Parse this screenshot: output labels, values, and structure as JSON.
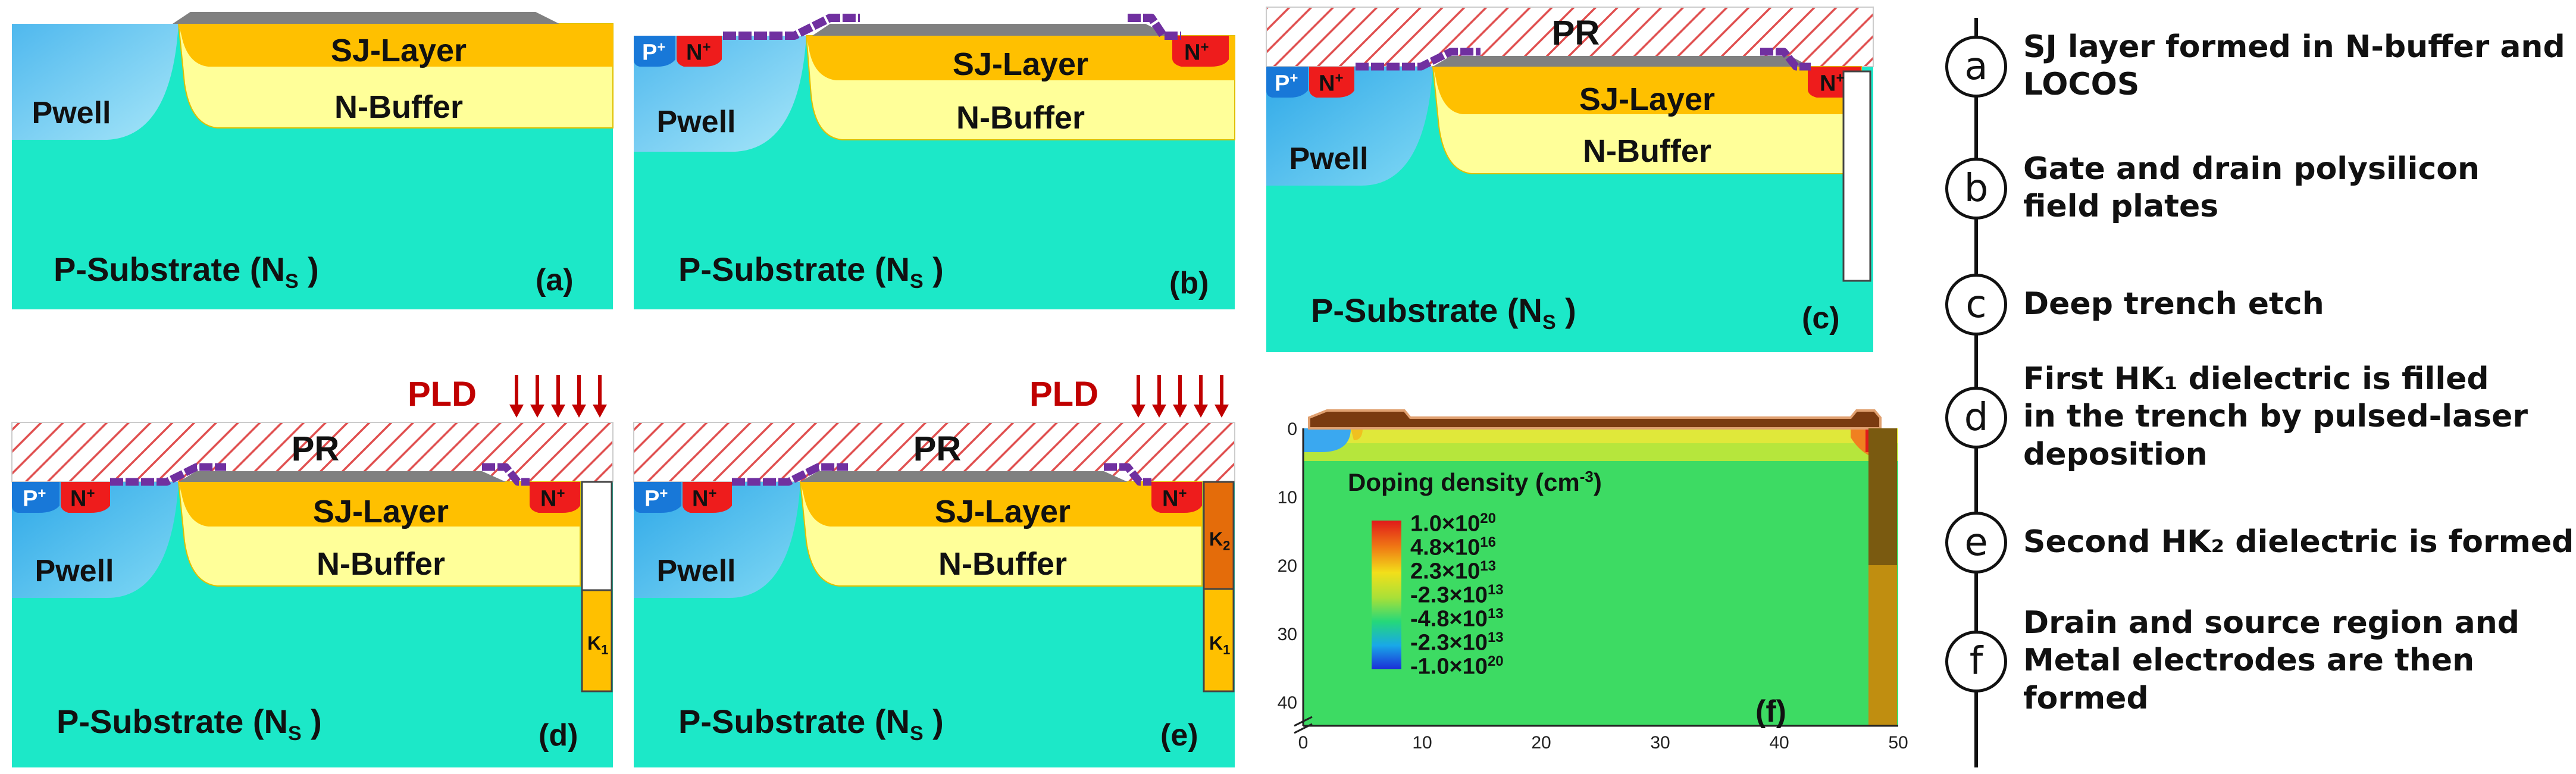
{
  "labels": {
    "sj_layer": "SJ-Layer",
    "n_buffer": "N-Buffer",
    "pwell": "Pwell",
    "p_substrate": "P-Substrate (N",
    "p_substrate_sub": "S",
    "p_substrate_end": " )",
    "pr": "PR",
    "pld": "PLD",
    "p_plus": "P",
    "n_plus": "N",
    "plus": "+",
    "k1": "K",
    "k1_sub": "1",
    "k2": "K",
    "k2_sub": "2"
  },
  "panels": {
    "a": "(a)",
    "b": "(b)",
    "c": "(c)",
    "d": "(d)",
    "e": "(e)",
    "f": "(f)"
  },
  "plot": {
    "legend_title": "Doping density (cm",
    "legend_title_sup": "-3",
    "legend_title_end": ")",
    "legend_values": [
      {
        "mant": "1.0×10",
        "exp": "20"
      },
      {
        "mant": "4.8×10",
        "exp": "16"
      },
      {
        "mant": "2.3×10",
        "exp": "13"
      },
      {
        "mant": "-2.3×10",
        "exp": "13"
      },
      {
        "mant": "-4.8×10",
        "exp": "13"
      },
      {
        "mant": "-2.3×10",
        "exp": "13"
      },
      {
        "mant": "-1.0×10",
        "exp": "20"
      }
    ],
    "legend_colors": [
      "#e01a1a",
      "#f07a14",
      "#f2df1a",
      "#a8e038",
      "#24d87a",
      "#19a8e8",
      "#1a2ed8"
    ],
    "x_ticks": [
      "0",
      "10",
      "20",
      "30",
      "40",
      "50"
    ],
    "y_ticks": [
      "0",
      "10",
      "20",
      "30",
      "40"
    ]
  },
  "colors": {
    "substrate": "#1ce8c8",
    "sj_layer": "#ffc000",
    "n_buffer": "#ffff99",
    "pwell": "#5bc8ef",
    "p_plus": "#1878d8",
    "n_plus": "#ee1c1c",
    "pr_hatch": "#e05050",
    "poly": "#7030a0",
    "oxide": "#808080",
    "pld": "#c00000",
    "k1": "#ffc000",
    "k2": "#e46c0a"
  },
  "steps": [
    {
      "letter": "a",
      "text": "SJ layer formed in N-buffer and\n          LOCOS"
    },
    {
      "letter": "b",
      "text": "Gate and drain polysilicon\n        field plates"
    },
    {
      "letter": "c",
      "text": "Deep trench etch"
    },
    {
      "letter": "d",
      "text": "First HK₁ dielectric is filled\nin the trench by pulsed-laser\ndeposition"
    },
    {
      "letter": "e",
      "text": "Second HK₂ dielectric is formed"
    },
    {
      "letter": "f",
      "text": "Drain and source region and\nMetal electrodes  are then\nformed"
    }
  ]
}
